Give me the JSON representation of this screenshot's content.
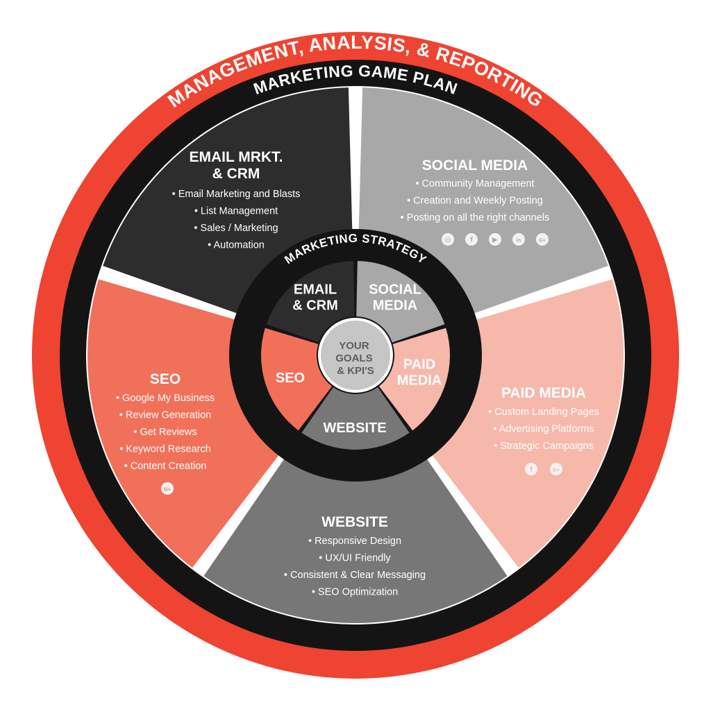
{
  "outer_ring_text": "MANAGEMENT, ANALYSIS, & REPORTING",
  "plan_ring_text": "MARKETING GAME PLAN",
  "strategy_ring_text": "MARKETING STRATEGY",
  "center": {
    "lines": [
      "YOUR",
      "GOALS",
      "& KPI'S"
    ]
  },
  "colors": {
    "outer_ring": "#ee4431",
    "black_ring": "#141414",
    "email": "#2d2d2d",
    "social": "#a8a8a8",
    "paid": "#f6b8aa",
    "website": "#777777",
    "seo": "#f1705a",
    "center_fill": "#c6c6c6",
    "icon_fill": "#f2f2f2"
  },
  "segments": [
    {
      "id": "social",
      "title": [
        "SOCIAL MEDIA"
      ],
      "items": [
        "• Community Management",
        "• Creation and Weekly Posting",
        "• Posting on all the right channels"
      ],
      "icons": [
        "instagram-icon",
        "facebook-icon",
        "youtube-icon",
        "linkedin-icon",
        "google-plus-icon"
      ],
      "icon_glyphs": [
        "◎",
        "f",
        "▶",
        "in",
        "G+"
      ],
      "inner_label": [
        "SOCIAL",
        "MEDIA"
      ]
    },
    {
      "id": "paid",
      "title": [
        "PAID MEDIA"
      ],
      "items": [
        "• Custom Landing Pages",
        "• Advertising Platforms",
        "• Strategic Campaigns"
      ],
      "icons": [
        "facebook-icon",
        "google-plus-icon"
      ],
      "icon_glyphs": [
        "f",
        "G+"
      ],
      "inner_label": [
        "PAID",
        "MEDIA"
      ]
    },
    {
      "id": "website",
      "title": [
        "WEBSITE"
      ],
      "items": [
        "• Responsive Design",
        "• UX/UI Friendly",
        "• Consistent & Clear Messaging",
        "• SEO Optimization"
      ],
      "icons": [],
      "icon_glyphs": [],
      "inner_label": [
        "WEBSITE"
      ]
    },
    {
      "id": "seo",
      "title": [
        "SEO"
      ],
      "items": [
        "• Google My Business",
        "• Review Generation",
        "• Get Reviews",
        "• Keyword Research",
        "• Content Creation"
      ],
      "icons": [
        "google-plus-icon"
      ],
      "icon_glyphs": [
        "G+"
      ],
      "inner_label": [
        "SEO"
      ]
    },
    {
      "id": "email",
      "title": [
        "EMAIL MRKT.",
        "& CRM"
      ],
      "items": [
        "• Email Marketing and Blasts",
        "• List Management",
        "• Sales / Marketing",
        "• Automation"
      ],
      "icons": [],
      "icon_glyphs": [],
      "inner_label": [
        "EMAIL",
        "& CRM"
      ]
    }
  ]
}
